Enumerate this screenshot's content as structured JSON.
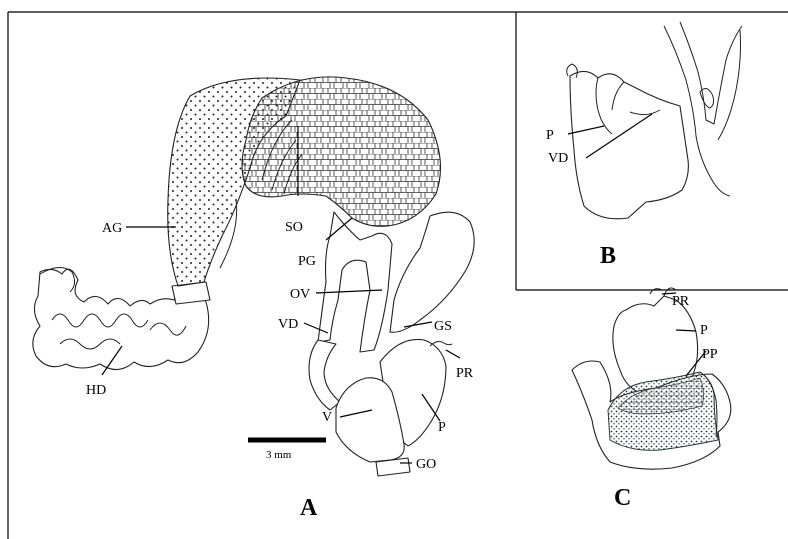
{
  "panel_a": {
    "letter": "A",
    "labels": {
      "ag": "AG",
      "so": "SO",
      "pg": "PG",
      "ov": "OV",
      "vd": "VD",
      "gs": "GS",
      "pr": "PR",
      "hd": "HD",
      "v": "V",
      "p": "P",
      "go": "GO"
    },
    "scale_bar": "3 mm"
  },
  "panel_b": {
    "letter": "B",
    "labels": {
      "p": "P",
      "vd": "VD"
    }
  },
  "panel_c": {
    "letter": "C",
    "labels": {
      "pr": "PR",
      "p": "P",
      "pp": "PP"
    }
  }
}
